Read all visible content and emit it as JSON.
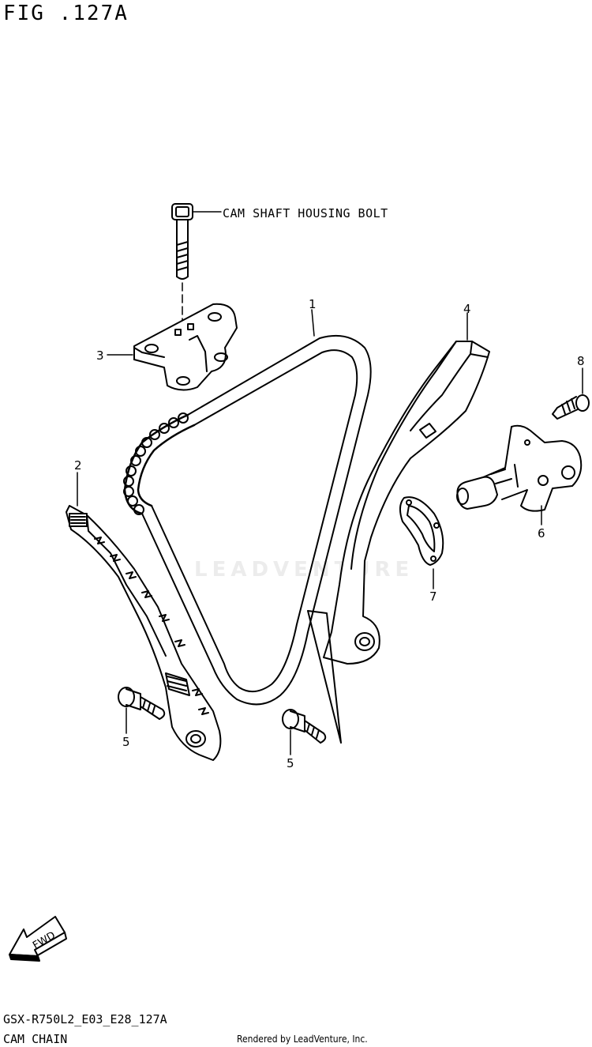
{
  "figure": {
    "title": "FIG .127A",
    "model_code": "GSX-R750L2_E03_E28_127A",
    "section_name": "CAM CHAIN",
    "credit": "Rendered by LeadVenture, Inc.",
    "watermark": "LEADVENTURE",
    "fwd_label": "FWD"
  },
  "notes": {
    "bolt_note": "CAM SHAFT HOUSING BOLT"
  },
  "callouts": [
    {
      "id": "1",
      "label": "1"
    },
    {
      "id": "2",
      "label": "2"
    },
    {
      "id": "3",
      "label": "3"
    },
    {
      "id": "4",
      "label": "4"
    },
    {
      "id": "5a",
      "label": "5"
    },
    {
      "id": "5b",
      "label": "5"
    },
    {
      "id": "6",
      "label": "6"
    },
    {
      "id": "7",
      "label": "7"
    },
    {
      "id": "8",
      "label": "8"
    }
  ],
  "colors": {
    "ink": "#000000",
    "paper": "#ffffff",
    "watermark": "#ececec"
  }
}
